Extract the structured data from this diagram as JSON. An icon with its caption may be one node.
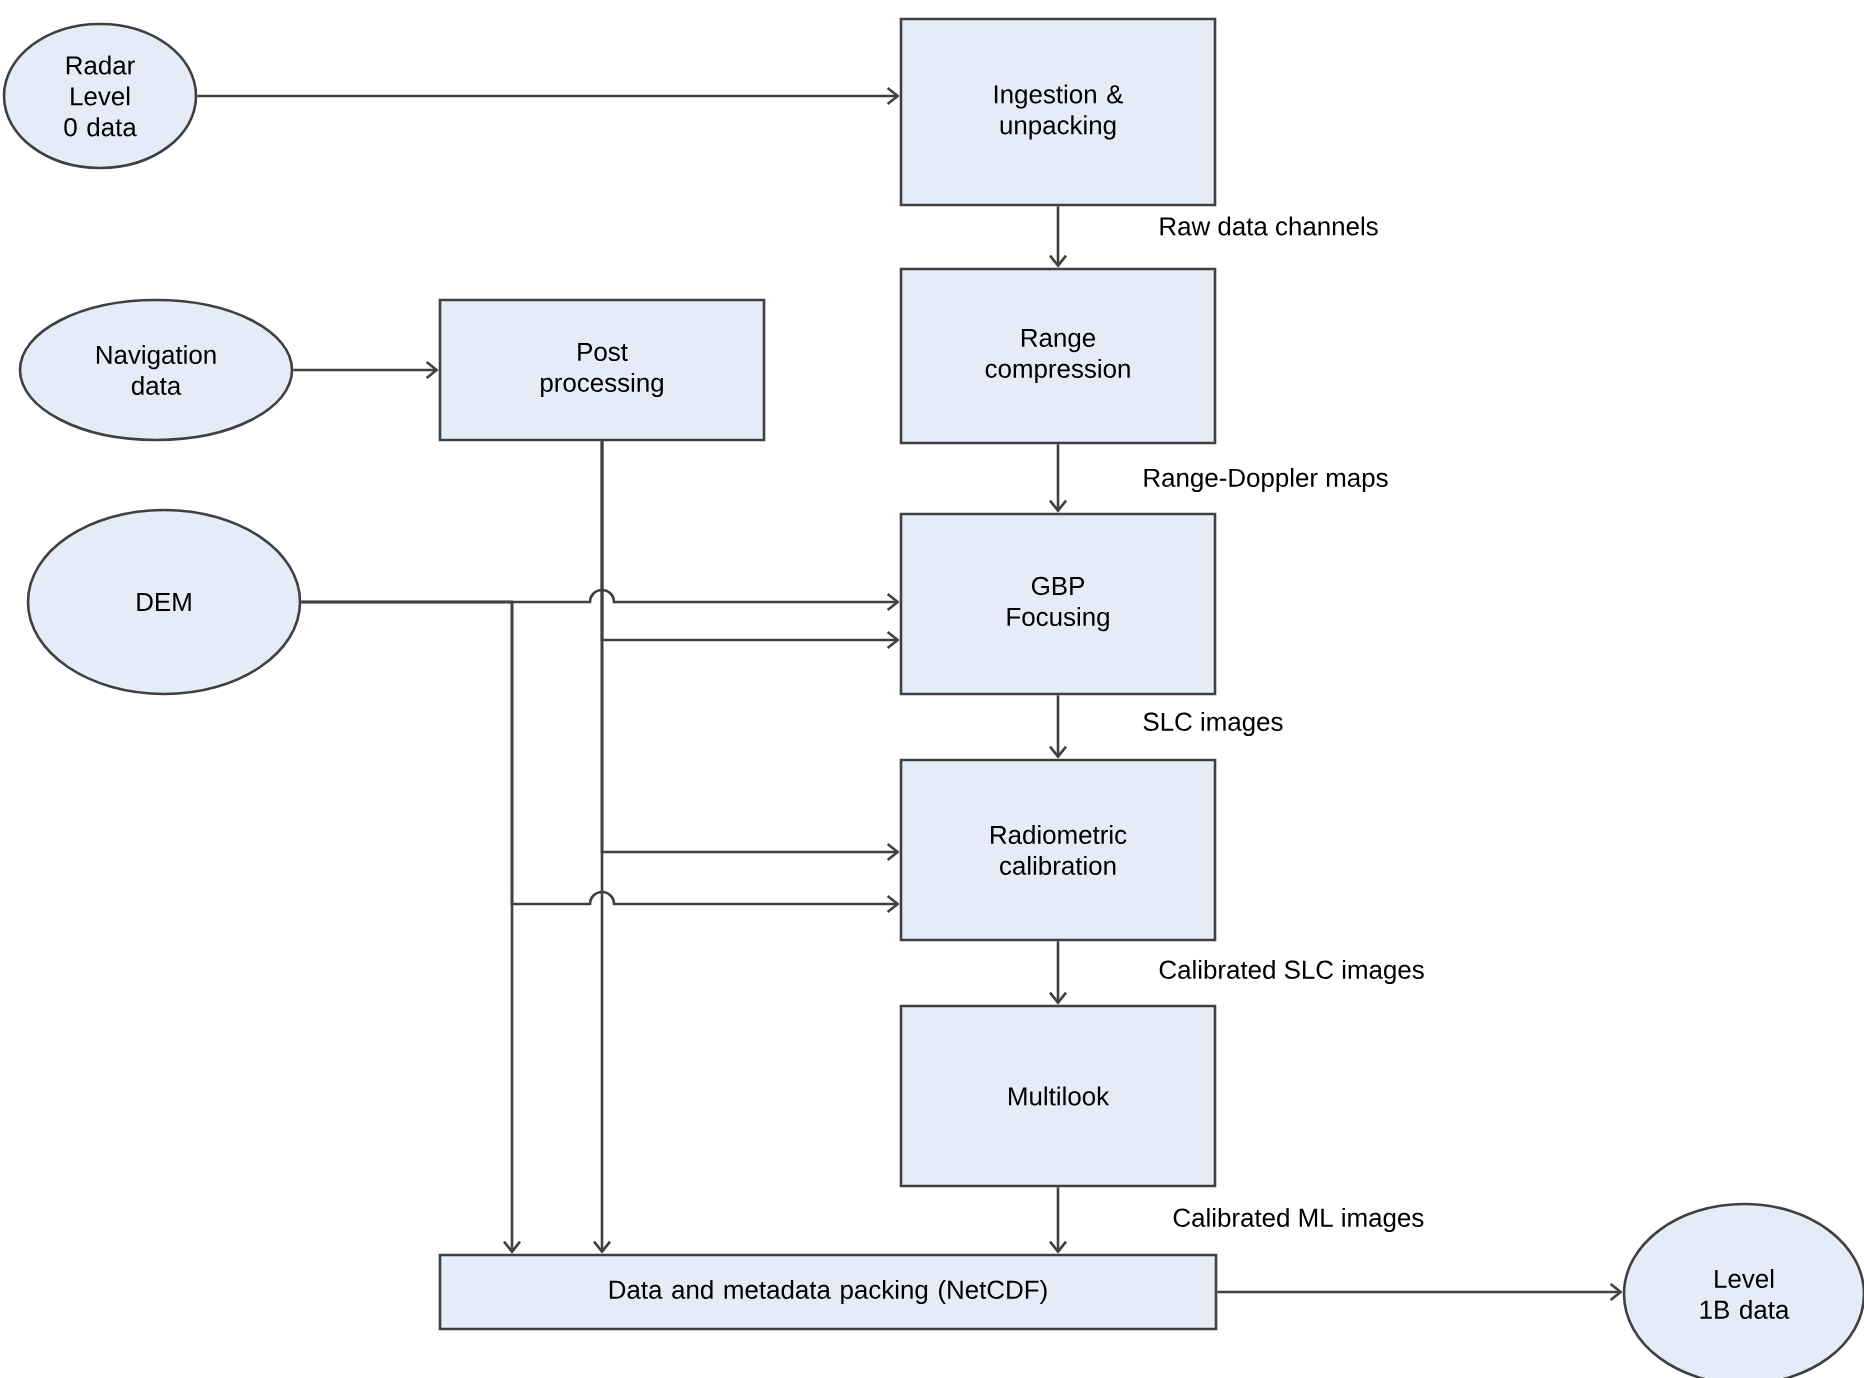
{
  "diagram": {
    "nodes": [
      {
        "text": [
          "Radar Level 0 data"
        ]
      },
      {
        "text": [
          "Ingestion & unpacking"
        ]
      },
      {
        "text": [
          "Navigation data"
        ]
      },
      {
        "text": [
          "Post processing"
        ]
      },
      {
        "text": [
          "Range compression"
        ]
      },
      {
        "text": [
          "GBP Focusing"
        ]
      },
      {
        "text": [
          "Radiometric calibration"
        ]
      },
      {
        "text": [
          "Multilook"
        ]
      },
      {
        "text": [
          "Data and metadata packing (NetCDF)"
        ]
      },
      {
        "text": [
          "Level 1B data"
        ]
      },
      {
        "text": [
          "DEM"
        ]
      }
    ],
    "edges": [
      {
        "from": 0,
        "to": 1,
        "arrow": "to"
      },
      {
        "from": 1,
        "to": 4,
        "arrow": "to",
        "label": "Raw data channels"
      },
      {
        "from": 4,
        "to": 5,
        "arrow": "to",
        "label": "Range-Doppler maps"
      },
      {
        "from": 5,
        "to": 6,
        "arrow": "to",
        "label": "SLC images"
      },
      {
        "from": 6,
        "to": 7,
        "arrow": "to",
        "label": "Calibrated SLC images"
      },
      {
        "from": 7,
        "to": 8,
        "arrow": "to",
        "label": "Calibrated ML images"
      },
      {
        "from": 8,
        "to": 9,
        "arrow": "to"
      },
      {
        "from": 2,
        "to": 3,
        "arrow": "to"
      },
      {
        "from": 10,
        "to": 5,
        "arrow": "to"
      },
      {
        "from": 3,
        "to": 5,
        "arrow": "to"
      },
      {
        "from": 3,
        "to": 6,
        "arrow": "to"
      },
      {
        "from": 10,
        "to": 6,
        "arrow": "to"
      },
      {
        "from": 10,
        "to": 8,
        "arrow": "to"
      },
      {
        "from": 3,
        "to": 8,
        "arrow": "to"
      }
    ]
  }
}
